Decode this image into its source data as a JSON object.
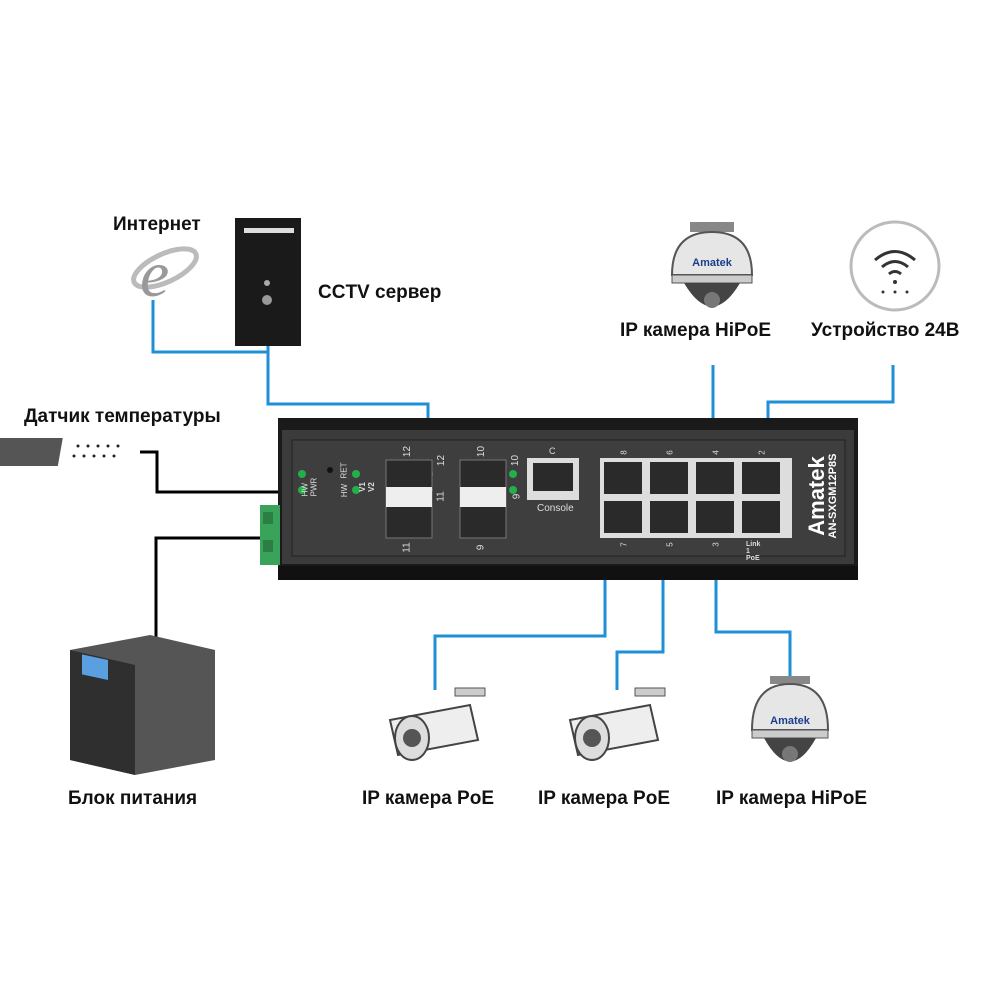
{
  "labels": {
    "internet": "Интернет",
    "cctv_server": "CCTV сервер",
    "temp_sensor": "Датчик температуры",
    "ip_camera_hipoe_top": "IP камера HiPoE",
    "device_24v": "Устройство 24В",
    "power_supply": "Блок питания",
    "ip_camera_poe_1": "IP камера PoE",
    "ip_camera_poe_2": "IP камера PoE",
    "ip_camera_hipoe_bottom": "IP камера HiPoE"
  },
  "switch": {
    "brand": "Amatek",
    "model": "AN-SXGM12P8S",
    "led_labels": [
      "HW PWR",
      "RET",
      "HW",
      "V1 V2"
    ],
    "sfp_ports": [
      "12",
      "11",
      "10",
      "9"
    ],
    "sfp_led_labels": [
      "12",
      "11",
      "10",
      "9"
    ],
    "console_top": "C",
    "console_label": "Console",
    "rj45_top": [
      "8",
      "6",
      "4",
      "2"
    ],
    "rj45_bottom": [
      "7",
      "5",
      "3",
      "Link 1 PoE"
    ]
  },
  "camera_brand": "Amatek",
  "colors": {
    "link": "#1f8fd8",
    "power_wire": "#000000",
    "switch_body": "#3b3b3b",
    "led": "#22b04a",
    "terminal": "#3aa35a"
  }
}
